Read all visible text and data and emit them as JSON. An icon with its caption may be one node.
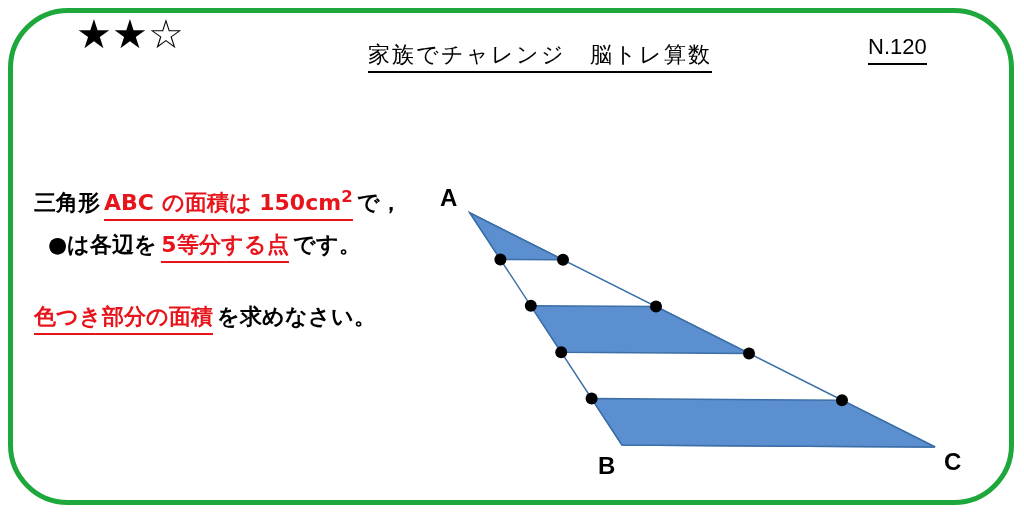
{
  "diagram": {
    "title": "家族でチャレンジ　脳トレ算数",
    "labels": [
      "★★☆",
      "N.120",
      "三角形",
      "ABC の面積は 150cm$^{2}$",
      "で，",
      "●は各辺を",
      "5等分する点",
      "です。",
      "色つき部分の面積",
      "を求めなさい。",
      "A",
      "B",
      "C"
    ]
  }
}
